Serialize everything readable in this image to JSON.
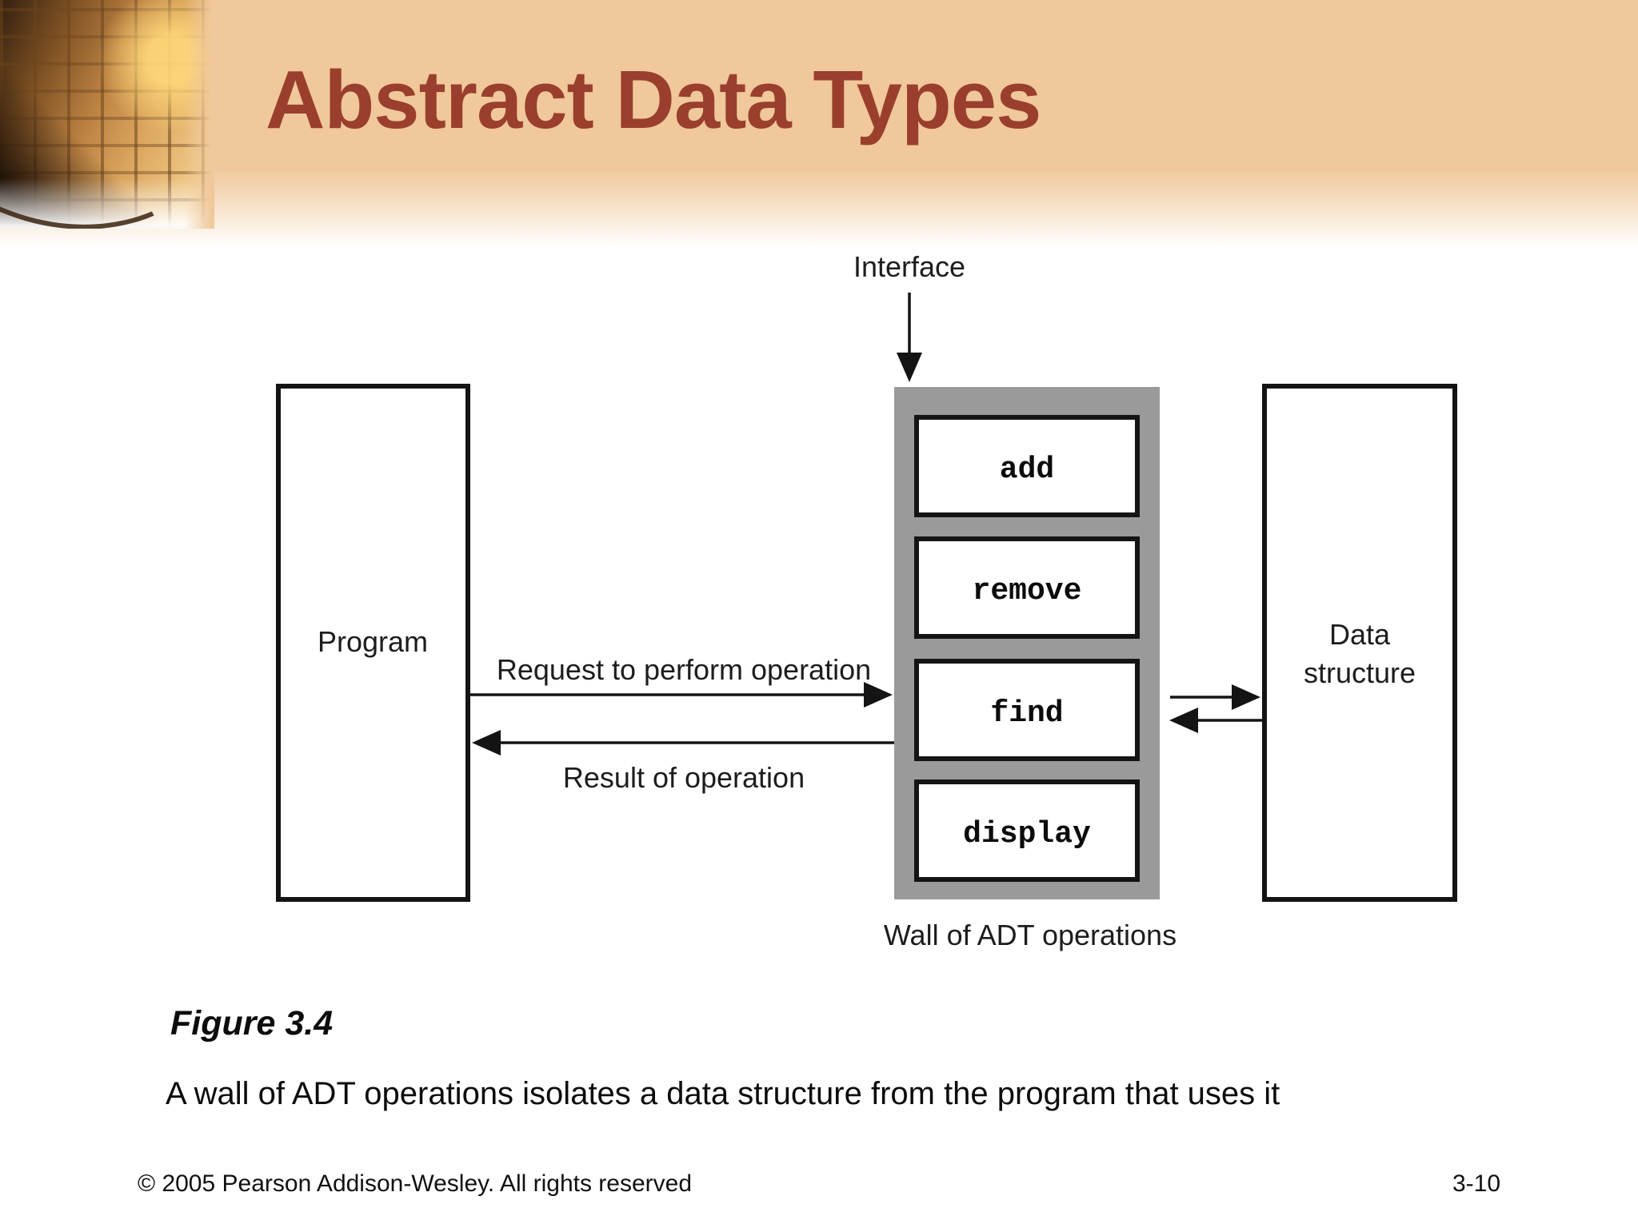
{
  "slide": {
    "title": "Abstract Data Types",
    "figure_label": "Figure 3.4",
    "figure_caption": "A wall of ADT operations isolates a data structure from the program that uses it",
    "footer_left": "© 2005 Pearson Addison-Wesley. All rights reserved",
    "footer_right": "3-10"
  },
  "diagram": {
    "interface_label": "Interface",
    "program_label": "Program",
    "data_structure_line1": "Data",
    "data_structure_line2": "structure",
    "request_arrow_label": "Request to perform operation",
    "result_arrow_label": "Result of operation",
    "wall_label": "Wall of ADT operations",
    "operations": [
      "add",
      "remove",
      "find",
      "display"
    ]
  },
  "colors": {
    "header_peach": "#f0c89b",
    "title_brick": "#9a3f2d",
    "wall_gray": "#9a9a9a",
    "line_black": "#141414"
  }
}
